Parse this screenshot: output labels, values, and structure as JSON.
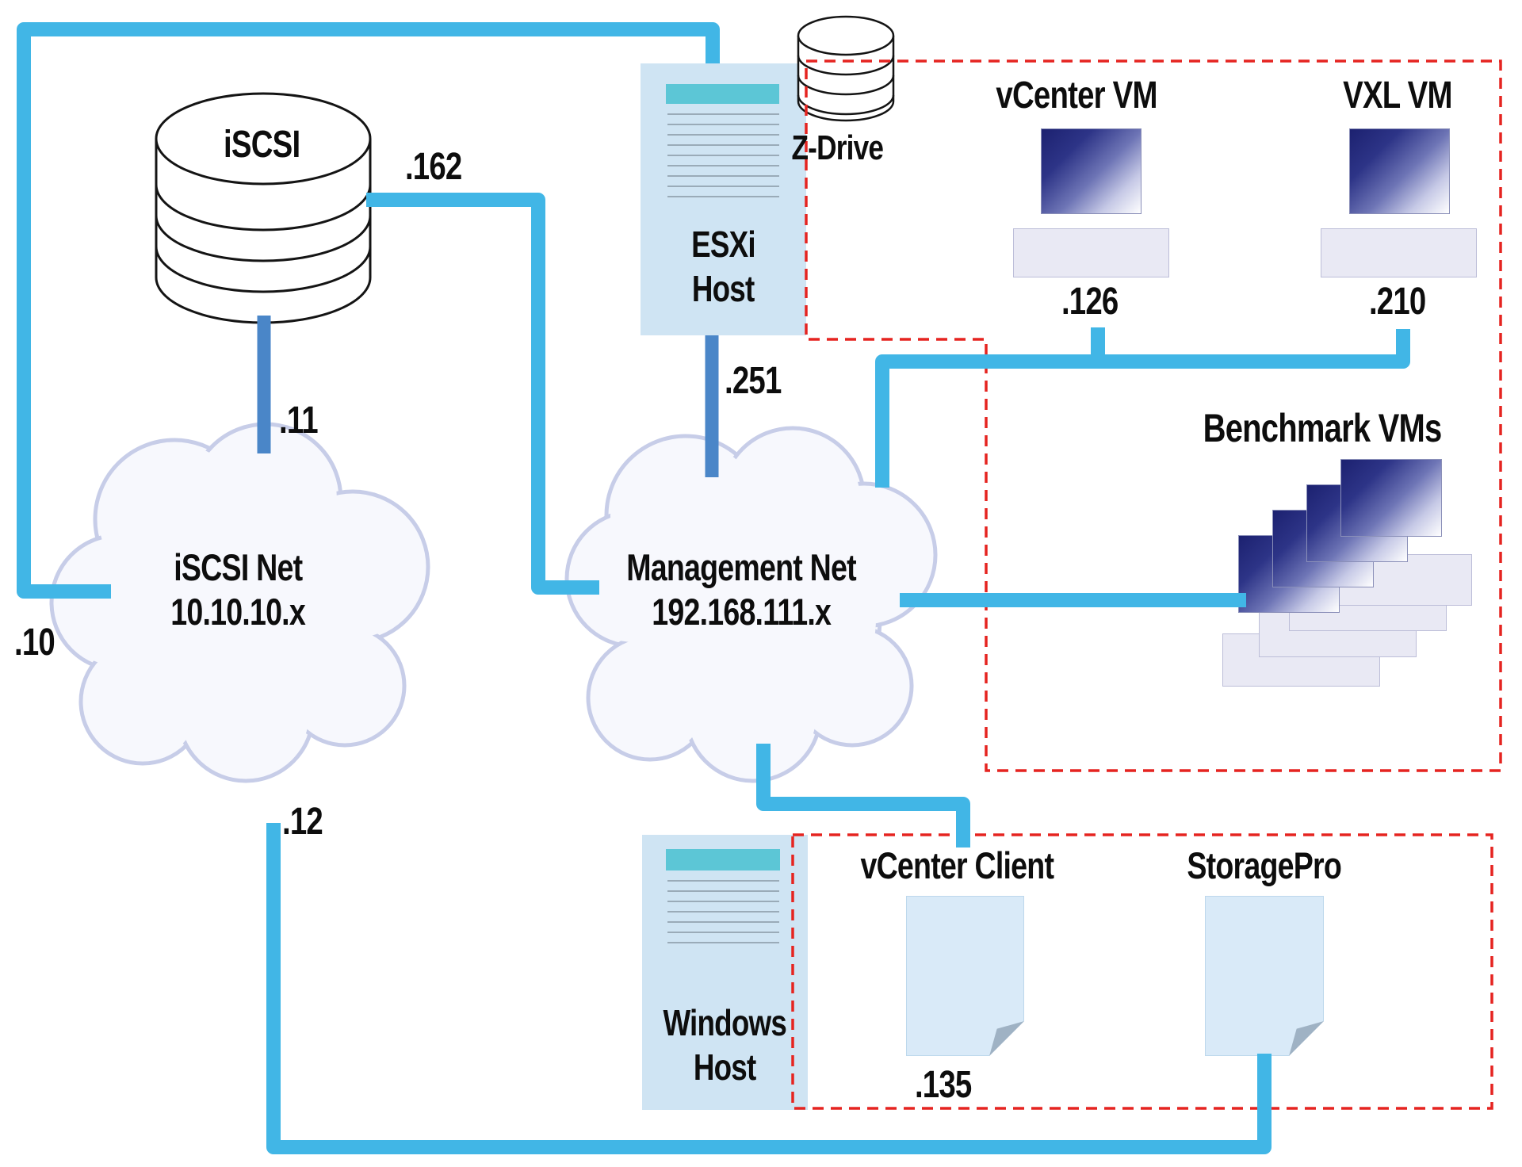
{
  "nodes": {
    "iscsi_storage": {
      "label": "iSCSI"
    },
    "zdrive": {
      "label": "Z-Drive"
    },
    "esxi_host": {
      "line1": "ESXi",
      "line2": "Host"
    },
    "windows_host": {
      "line1": "Windows",
      "line2": "Host"
    },
    "vcenter_vm": {
      "label": "vCenter VM",
      "ip": ".126"
    },
    "vxl_vm": {
      "label": "VXL VM",
      "ip": ".210"
    },
    "benchmark_vms": {
      "label": "Benchmark VMs"
    },
    "vcenter_client": {
      "label": "vCenter Client",
      "ip": ".135"
    },
    "storagepro": {
      "label": "StoragePro"
    }
  },
  "networks": {
    "iscsi_net": {
      "name": "iSCSI Net",
      "subnet": "10.10.10.x"
    },
    "management_net": {
      "name": "Management Net",
      "subnet": "192.168.111.x"
    }
  },
  "ip_labels": {
    "iscsi_storage_mgmt": ".162",
    "iscsi_storage_san": ".11",
    "esxi_san": ".10",
    "esxi_mgmt": ".251",
    "windows_san": ".12"
  },
  "colors": {
    "link_blue": "#41b6e6",
    "connector_blue": "#4a86c8",
    "dashed_red": "#e52420",
    "header_teal": "#5cc6d6",
    "host_fill": "#cfe4f3",
    "doc_fill": "#d9eaf8",
    "screen_navy": "#232977",
    "stand_fill": "#e9e9f4"
  }
}
